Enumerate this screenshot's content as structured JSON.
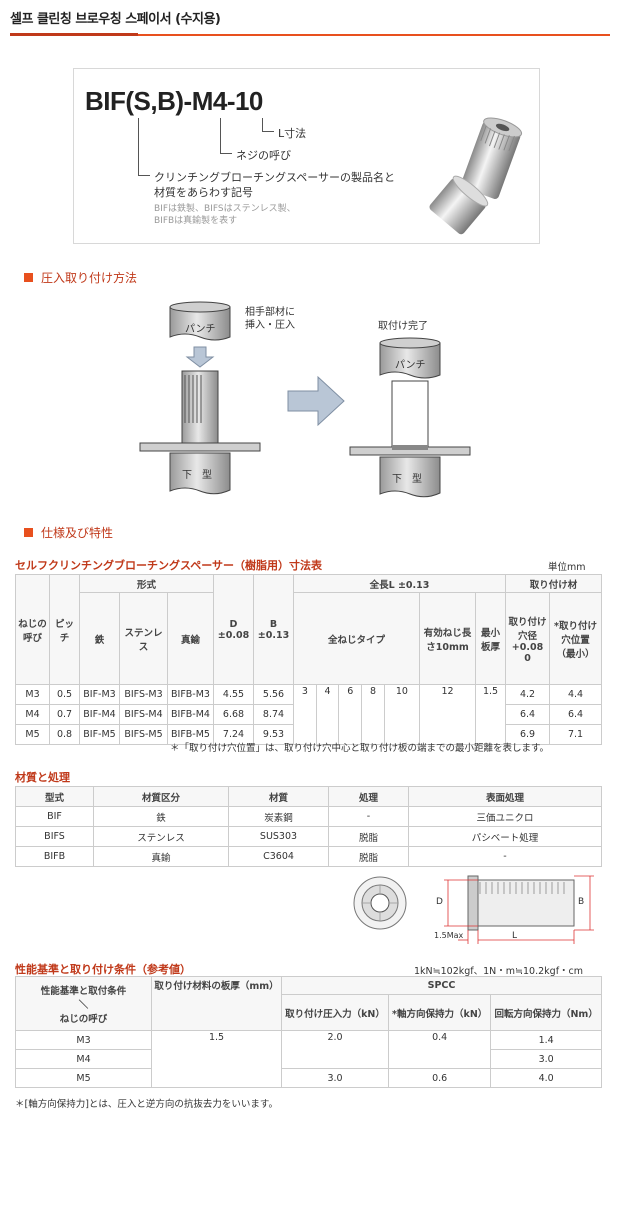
{
  "page_title": "셀프 클린칭 브로우칭 스페이서 (수지용)",
  "code": {
    "main": "BIF(S,B)-M4-10",
    "legend_l": "L寸法",
    "legend_thread": "ネジの呼び",
    "legend_name_1": "クリンチングブローチングスペーサーの製品名と",
    "legend_name_2": "材質をあらわす記号",
    "legend_sub_1": "BIFは鉄製、BIFSはステンレス製、",
    "legend_sub_2": "BIFBは真鍮製を表す"
  },
  "sections": {
    "press_fit": "圧入取り付け方法",
    "spec": "仕様及び特性"
  },
  "diagram": {
    "punch": "パンチ",
    "insert_label_1": "相手部材に",
    "insert_label_2": "挿入・圧入",
    "done": "取付け完了",
    "die": "下　型"
  },
  "spec_table": {
    "title": "セルフクリンチングブローチングスペーサー（樹脂用）寸法表",
    "unit": "単位mm",
    "h_thread": "ねじの呼び",
    "h_pitch": "ピッチ",
    "h_type": "形式",
    "h_d": "D ±0.08",
    "h_b": "B ±0.13",
    "h_total_l": "全長L ±0.13",
    "h_mount": "取り付け材",
    "h_iron": "鉄",
    "h_sus": "ステンレス",
    "h_brass": "真鍮",
    "h_full_thread": "全ねじタイプ",
    "h_eff_thread": "有効ねじ長さ10mm",
    "h_min_plate": "最小板厚",
    "h_hole": "取り付け穴径 +0.08 0",
    "h_hole_pos": "*取り付け穴位置（最小）",
    "full_lengths": [
      "3",
      "4",
      "6",
      "8",
      "10"
    ],
    "rows": [
      {
        "thread": "M3",
        "pitch": "0.5",
        "iron": "BIF-M3",
        "sus": "BIFS-M3",
        "brass": "BIFB-M3",
        "d": "4.55",
        "b": "5.56",
        "eff": "12",
        "plate": "1.5",
        "hole": "4.2",
        "pos": "4.4"
      },
      {
        "thread": "M4",
        "pitch": "0.7",
        "iron": "BIF-M4",
        "sus": "BIFS-M4",
        "brass": "BIFB-M4",
        "d": "6.68",
        "b": "8.74",
        "eff": "",
        "plate": "",
        "hole": "6.4",
        "pos": "6.4"
      },
      {
        "thread": "M5",
        "pitch": "0.8",
        "iron": "BIF-M5",
        "sus": "BIFS-M5",
        "brass": "BIFB-M5",
        "d": "7.24",
        "b": "9.53",
        "eff": "",
        "plate": "",
        "hole": "6.9",
        "pos": "7.1"
      }
    ],
    "note": "＊「取り付け穴位置」は、取り付け穴中心と取り付け板の端までの最小距離を表します。"
  },
  "material_table": {
    "title": "材質と処理",
    "headers": [
      "型式",
      "材質区分",
      "材質",
      "処理",
      "表面処理"
    ],
    "rows": [
      [
        "BIF",
        "鉄",
        "炭素鋼",
        "-",
        "三価ユニクロ"
      ],
      [
        "BIFS",
        "ステンレス",
        "SUS303",
        "脱脂",
        "パシベート処理"
      ],
      [
        "BIFB",
        "真鍮",
        "C3604",
        "脱脂",
        "-"
      ]
    ]
  },
  "dim_drawing": {
    "d": "D",
    "b": "B",
    "l": "L",
    "max": "1.5Max"
  },
  "perf_table": {
    "title": "性能基準と取り付け条件（参考値）",
    "units": "1kN≒102kgf、1N・m≒10.2kgf・cm",
    "h_corner_1": "性能基準と取付条件",
    "h_corner_2": "ねじの呼び",
    "h_plate": "取り付け材料の板厚（mm）",
    "h_spcc": "SPCC",
    "h_force": "取り付け圧入力（kN）",
    "h_axial": "*軸方向保持力（kN）",
    "h_rot": "回転方向保持力（Nm）",
    "rows": [
      {
        "thread": "M3",
        "plate": "1.5",
        "force": "2.0",
        "axial": "0.4",
        "rot": "1.4"
      },
      {
        "thread": "M4",
        "plate": "",
        "force": "",
        "axial": "",
        "rot": "3.0"
      },
      {
        "thread": "M5",
        "plate": "",
        "force": "3.0",
        "axial": "0.6",
        "rot": "4.0"
      }
    ],
    "note": "＊[軸方向保持力]とは、圧入と逆方向の抗抜去力をいいます。"
  },
  "colors": {
    "accent": "#e8501e",
    "dark_accent": "#c0391a"
  }
}
